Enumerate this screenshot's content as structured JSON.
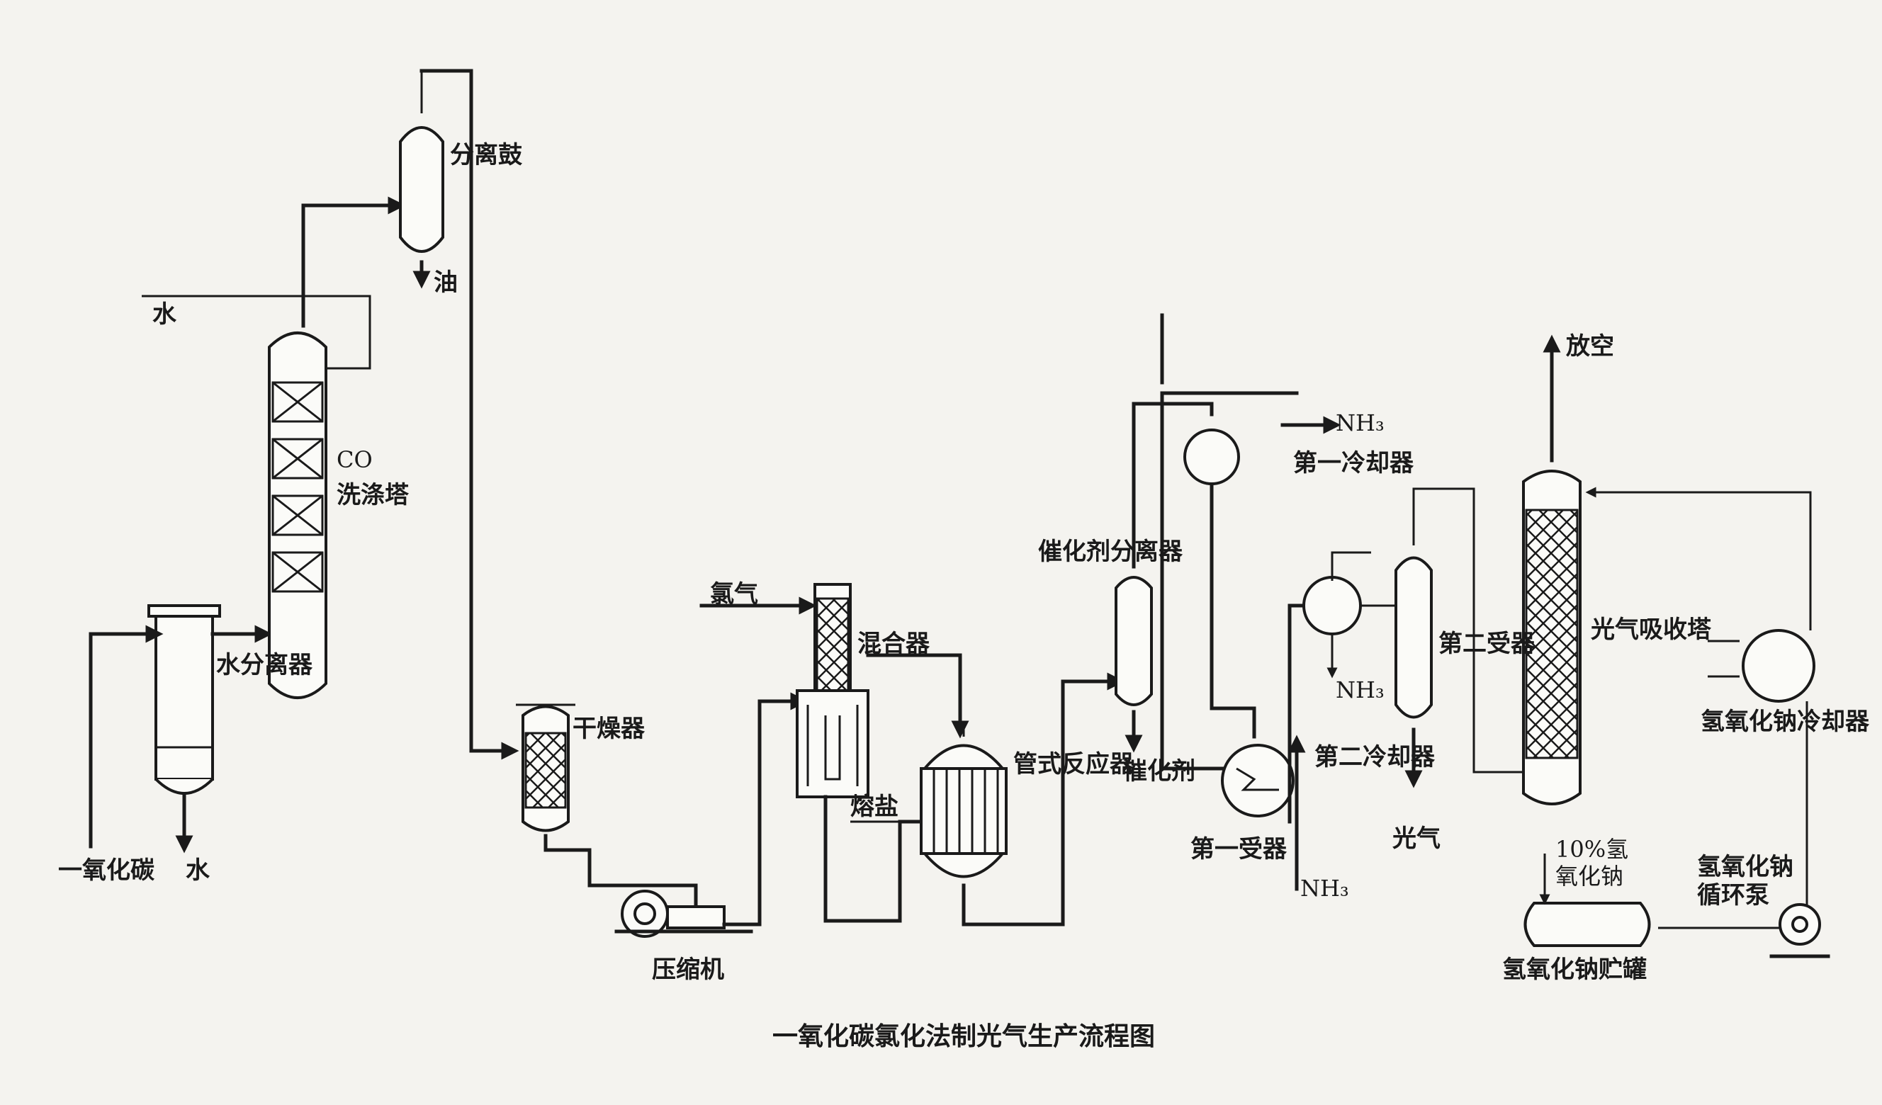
{
  "title": "一氧化碳氯化法制光气生产流程图",
  "colors": {
    "ink": "#1a1a1a",
    "paper": "#f4f3ef"
  },
  "labels": {
    "separator_drum": "分离鼓",
    "oil": "油",
    "water_top": "水",
    "co_wash_tower_line1": "CO",
    "co_wash_tower_line2": "洗涤塔",
    "water_separator": "水分离器",
    "co_feed": "一氧化碳",
    "water_out": "水",
    "dryer": "干燥器",
    "chlorine": "氯气",
    "mixer": "混合器",
    "compressor": "压缩机",
    "molten_salt": "熔盐",
    "tube_reactor": "管式反应器",
    "catalyst_separator": "催化剂分离器",
    "catalyst_out": "催化剂",
    "nh3_top": "NH₃",
    "first_cooler": "第一冷却器",
    "nh3_mid": "NH₃",
    "second_receiver": "第二受器",
    "second_cooler": "第二冷却器",
    "first_receiver": "第一受器",
    "nh3_bottom": "NH₃",
    "phosgene_out": "光气",
    "vent": "放空",
    "phosgene_absorber": "光气吸收塔",
    "naoh_cooler": "氢氧化钠冷却器",
    "naoh_10pct_line1": "10%氢",
    "naoh_10pct_line2": "氧化钠",
    "naoh_pump_line1": "氢氧化钠",
    "naoh_pump_line2": "循环泵",
    "naoh_tank": "氢氧化钠贮罐"
  }
}
